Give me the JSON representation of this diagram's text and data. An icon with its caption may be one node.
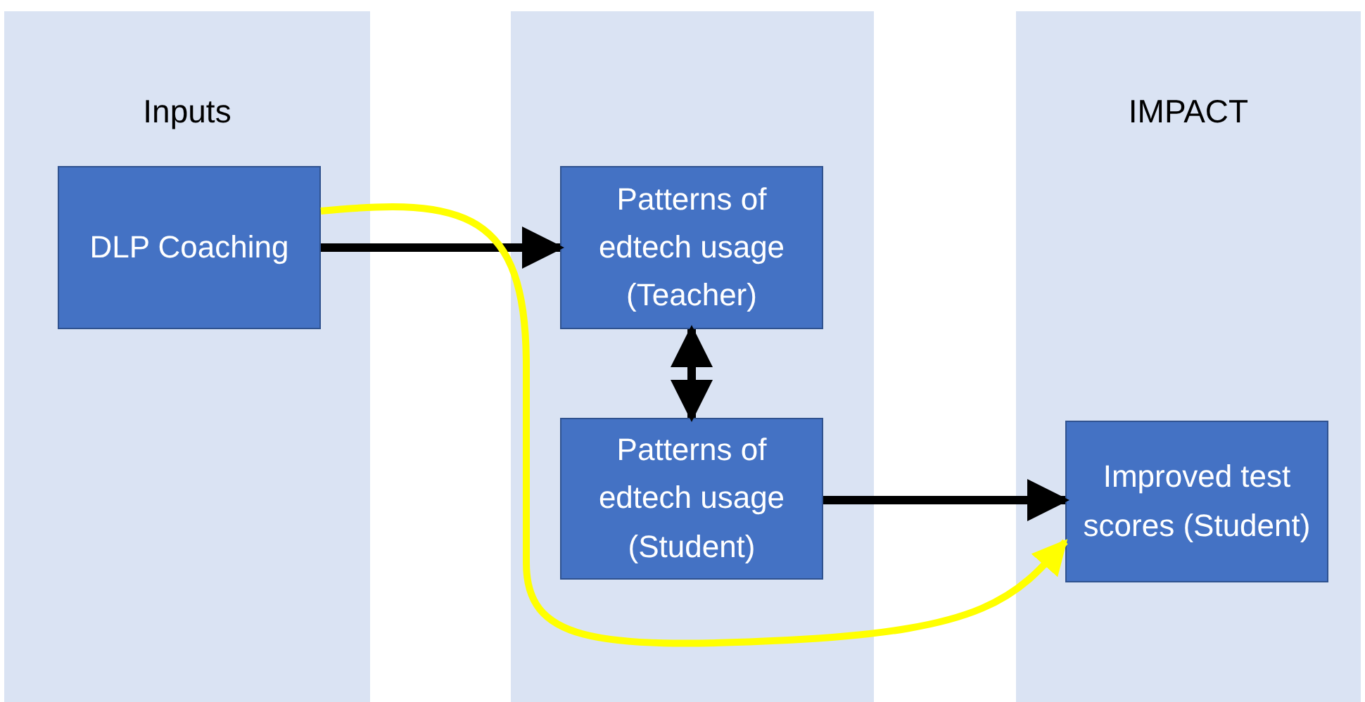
{
  "diagram": {
    "nodes": [
      {
        "text": [
          "Inputs"
        ]
      },
      {
        "text": [],
        "shape": "band"
      },
      {
        "text": [
          "IMPACT"
        ]
      },
      {
        "text": [
          "DLP Coaching"
        ],
        "in": 0
      },
      {
        "text": [
          "Patterns of edtech usage (Teacher)"
        ],
        "in": 1
      },
      {
        "text": [
          "Patterns of edtech usage (Student)"
        ],
        "in": 1
      },
      {
        "text": [
          "Improved test scores (Student)"
        ],
        "in": 2
      }
    ],
    "edges": [
      {
        "from": 3,
        "to": 4,
        "arrow": "to"
      },
      {
        "from": 4,
        "to": 5,
        "arrow": "both"
      },
      {
        "from": 5,
        "to": 6,
        "arrow": "to"
      },
      {
        "from": 3,
        "to": 6,
        "arrow": "to",
        "color": "#ffff00"
      }
    ]
  }
}
